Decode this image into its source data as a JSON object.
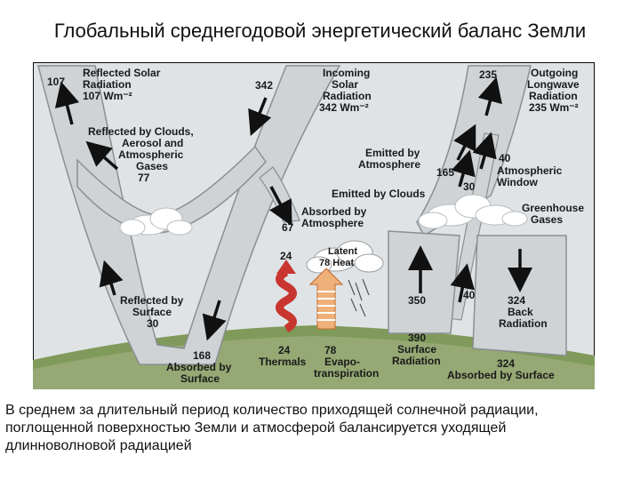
{
  "title": "Глобальный среднегодовой энергетический баланс Земли",
  "caption": {
    "line1": "В среднем за длительный период количество приходящей солнечной радиации,",
    "line2": "поглощенной поверхностью Земли и атмосферой балансируется уходящей",
    "line3": "длинноволновой радиацией"
  },
  "colors": {
    "background": "#dfe3e5",
    "frame": "#0a0a0a",
    "beam": "#cfd3d6",
    "beam_stroke": "#8a8f93",
    "ground": "#7f9a5a",
    "arrow": "#111111",
    "thermal_wave": "#c9352f",
    "latent_heat": "#f0b07a"
  },
  "labels": {
    "reflected_solar": {
      "line1": "Reflected Solar",
      "line2": "Radiation",
      "line3": "107 Wm⁻²"
    },
    "reflected_value": "107",
    "incoming_value": "342",
    "incoming_solar": {
      "line1": "Incoming",
      "line2": "Solar",
      "line3": "Radiation",
      "line4": "342 Wm⁻²"
    },
    "outgoing_value": "235",
    "outgoing_longwave": {
      "line1": "Outgoing",
      "line2": "Longwave",
      "line3": "Radiation",
      "line4": "235 Wm⁻²"
    },
    "reflected_clouds": {
      "line1": "Reflected by Clouds,",
      "line2": "Aerosol and",
      "line3": "Atmospheric",
      "line4": "Gases",
      "line5": "77"
    },
    "emitted_atmosphere": {
      "line1": "Emitted by",
      "line2": "Atmosphere"
    },
    "emitted_atmosphere_value": "165",
    "atmospheric_window_value": "40",
    "atmospheric_window": {
      "line1": "Atmospheric",
      "line2": "Window"
    },
    "emitted_clouds": "Emitted by Clouds",
    "emitted_clouds_value": "30",
    "absorbed_atmosphere": {
      "line1": "Absorbed by",
      "line2": "Atmosphere"
    },
    "absorbed_atmosphere_value": "67",
    "greenhouse_gases": {
      "line1": "Greenhouse",
      "line2": "Gases"
    },
    "latent_heat": {
      "line1": "Latent",
      "line2": "78 Heat"
    },
    "thermals_top_value": "24",
    "reflected_surface": {
      "line1": "Reflected by",
      "line2": "Surface",
      "line3": "30"
    },
    "surface_up_value": "350",
    "window_up_value": "40",
    "back_radiation": {
      "line1": "324",
      "line2": "Back",
      "line3": "Radiation"
    },
    "surface_radiation": {
      "line1": "390",
      "line2": "Surface",
      "line3": "Radiation"
    },
    "absorbed_surface": {
      "line1": "168",
      "line2": "Absorbed by",
      "line3": "Surface"
    },
    "thermals": {
      "line1": "24",
      "line2": "Thermals"
    },
    "evapotranspiration": {
      "line1": "78",
      "line2": "Evapo-",
      "line3": "transpiration"
    },
    "absorbed_surface_right": {
      "line1": "324",
      "line2": "Absorbed by Surface"
    }
  }
}
